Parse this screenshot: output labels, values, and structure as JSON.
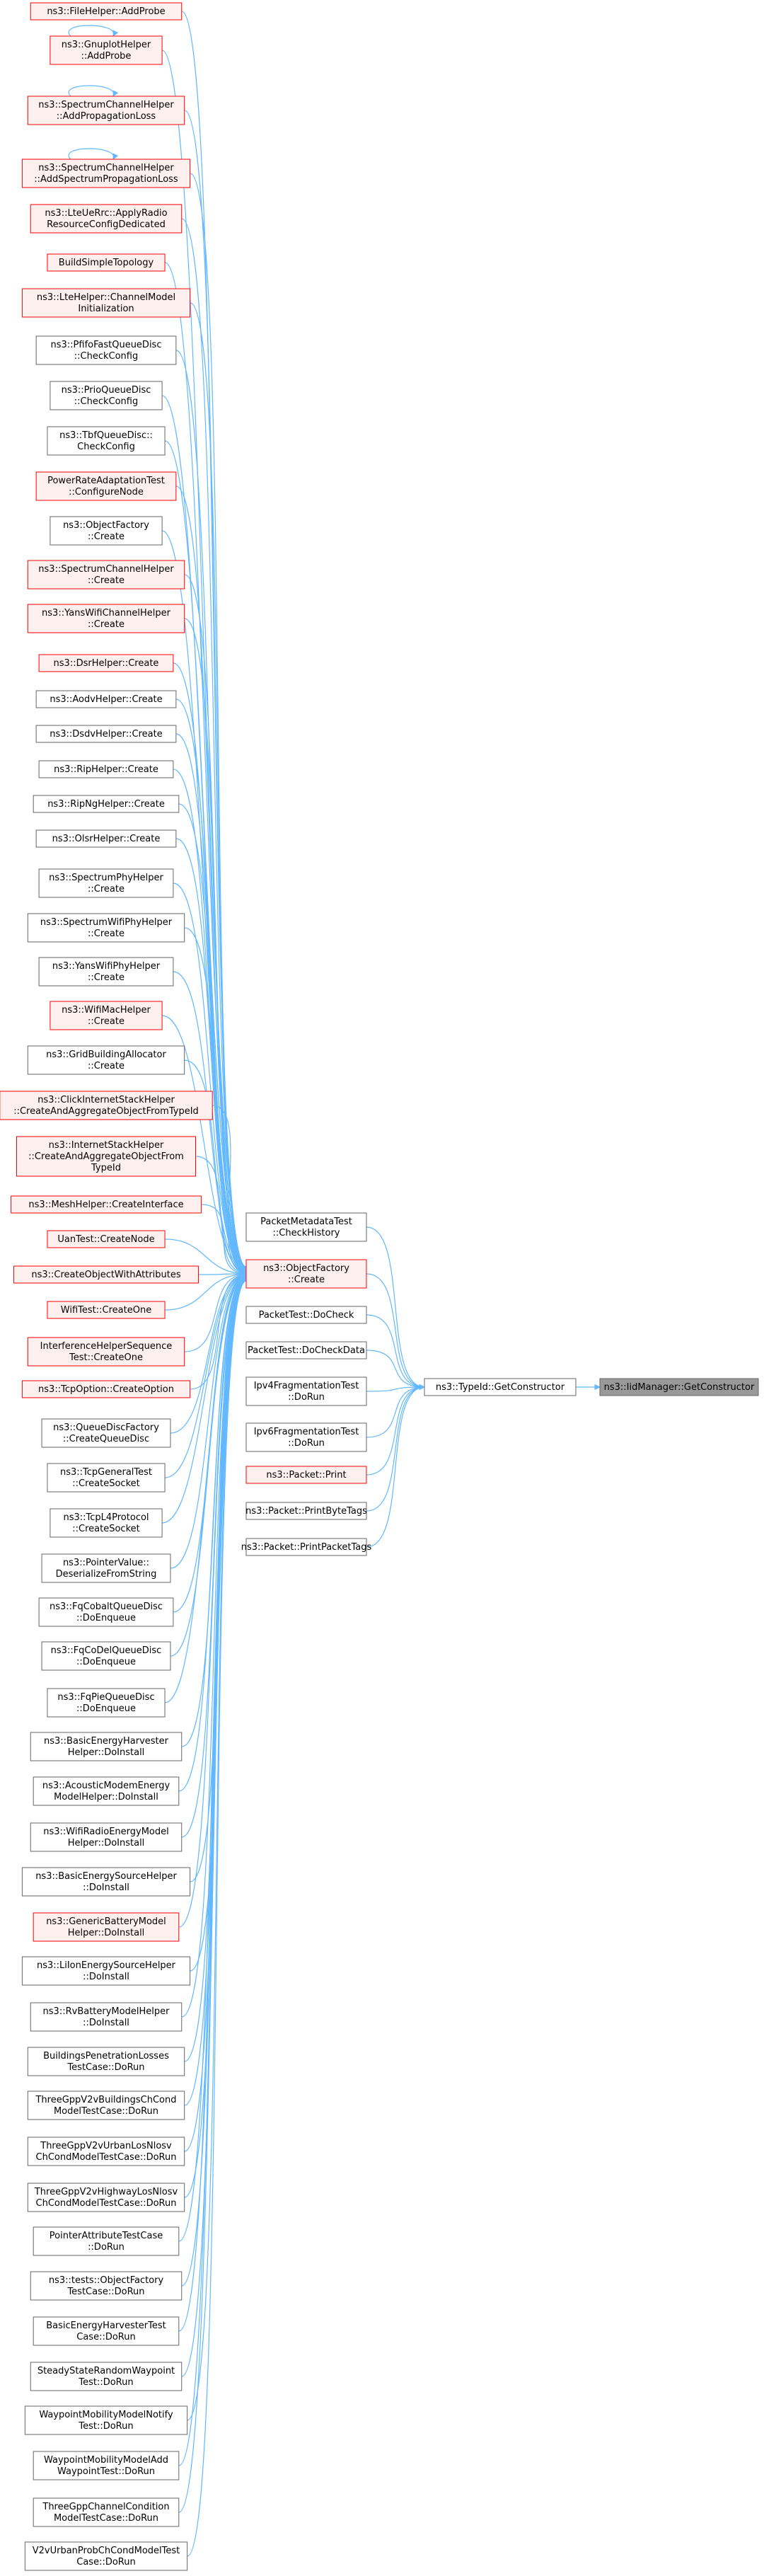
{
  "nodes": {
    "n0": {
      "lines": [
        "ns3::FileHelper::AddProbe"
      ],
      "kind": "red"
    },
    "n1": {
      "lines": [
        "ns3::GnuplotHelper",
        "::AddProbe"
      ],
      "kind": "red"
    },
    "n2": {
      "lines": [
        "ns3::SpectrumChannelHelper",
        "::AddPropagationLoss"
      ],
      "kind": "red"
    },
    "n3": {
      "lines": [
        "ns3::SpectrumChannelHelper",
        "::AddSpectrumPropagationLoss"
      ],
      "kind": "red"
    },
    "n4": {
      "lines": [
        "ns3::LteUeRrc::ApplyRadio",
        "ResourceConfigDedicated"
      ],
      "kind": "red"
    },
    "n5": {
      "lines": [
        "BuildSimpleTopology"
      ],
      "kind": "red"
    },
    "n6": {
      "lines": [
        "ns3::LteHelper::ChannelModel",
        "Initialization"
      ],
      "kind": "red"
    },
    "n7": {
      "lines": [
        "ns3::PfifoFastQueueDisc",
        "::CheckConfig"
      ],
      "kind": "gray"
    },
    "n8": {
      "lines": [
        "ns3::PrioQueueDisc",
        "::CheckConfig"
      ],
      "kind": "gray"
    },
    "n9": {
      "lines": [
        "ns3::TbfQueueDisc::",
        "CheckConfig"
      ],
      "kind": "gray"
    },
    "n10": {
      "lines": [
        "PowerRateAdaptationTest",
        "::ConfigureNode"
      ],
      "kind": "red"
    },
    "n11": {
      "lines": [
        "ns3::ObjectFactory",
        "::Create"
      ],
      "kind": "gray"
    },
    "n12": {
      "lines": [
        "ns3::SpectrumChannelHelper",
        "::Create"
      ],
      "kind": "red"
    },
    "n13": {
      "lines": [
        "ns3::YansWifiChannelHelper",
        "::Create"
      ],
      "kind": "red"
    },
    "n14": {
      "lines": [
        "ns3::DsrHelper::Create"
      ],
      "kind": "red"
    },
    "n15": {
      "lines": [
        "ns3::AodvHelper::Create"
      ],
      "kind": "gray"
    },
    "n16": {
      "lines": [
        "ns3::DsdvHelper::Create"
      ],
      "kind": "gray"
    },
    "n17": {
      "lines": [
        "ns3::RipHelper::Create"
      ],
      "kind": "gray"
    },
    "n18": {
      "lines": [
        "ns3::RipNgHelper::Create"
      ],
      "kind": "gray"
    },
    "n19": {
      "lines": [
        "ns3::OlsrHelper::Create"
      ],
      "kind": "gray"
    },
    "n20": {
      "lines": [
        "ns3::SpectrumPhyHelper",
        "::Create"
      ],
      "kind": "gray"
    },
    "n21": {
      "lines": [
        "ns3::SpectrumWifiPhyHelper",
        "::Create"
      ],
      "kind": "gray"
    },
    "n22": {
      "lines": [
        "ns3::YansWifiPhyHelper",
        "::Create"
      ],
      "kind": "gray"
    },
    "n23": {
      "lines": [
        "ns3::WifiMacHelper",
        "::Create"
      ],
      "kind": "red"
    },
    "n24": {
      "lines": [
        "ns3::GridBuildingAllocator",
        "::Create"
      ],
      "kind": "gray"
    },
    "n25": {
      "lines": [
        "ns3::ClickInternetStackHelper",
        "::CreateAndAggregateObjectFromTypeId"
      ],
      "kind": "red"
    },
    "n26": {
      "lines": [
        "ns3::InternetStackHelper",
        "::CreateAndAggregateObjectFrom",
        "TypeId"
      ],
      "kind": "red"
    },
    "n27": {
      "lines": [
        "ns3::MeshHelper::CreateInterface"
      ],
      "kind": "red"
    },
    "n28": {
      "lines": [
        "UanTest::CreateNode"
      ],
      "kind": "red"
    },
    "n29": {
      "lines": [
        "ns3::CreateObjectWithAttributes"
      ],
      "kind": "red"
    },
    "n30": {
      "lines": [
        "WifiTest::CreateOne"
      ],
      "kind": "red"
    },
    "n31": {
      "lines": [
        "InterferenceHelperSequence",
        "Test::CreateOne"
      ],
      "kind": "red"
    },
    "n32": {
      "lines": [
        "ns3::TcpOption::CreateOption"
      ],
      "kind": "red"
    },
    "n33": {
      "lines": [
        "ns3::QueueDiscFactory",
        "::CreateQueueDisc"
      ],
      "kind": "gray"
    },
    "n34": {
      "lines": [
        "ns3::TcpGeneralTest",
        "::CreateSocket"
      ],
      "kind": "gray"
    },
    "n35": {
      "lines": [
        "ns3::TcpL4Protocol",
        "::CreateSocket"
      ],
      "kind": "gray"
    },
    "n36": {
      "lines": [
        "ns3::PointerValue::",
        "DeserializeFromString"
      ],
      "kind": "gray"
    },
    "n37": {
      "lines": [
        "ns3::FqCobaltQueueDisc",
        "::DoEnqueue"
      ],
      "kind": "gray"
    },
    "n38": {
      "lines": [
        "ns3::FqCoDelQueueDisc",
        "::DoEnqueue"
      ],
      "kind": "gray"
    },
    "n39": {
      "lines": [
        "ns3::FqPieQueueDisc",
        "::DoEnqueue"
      ],
      "kind": "gray"
    },
    "n40": {
      "lines": [
        "ns3::BasicEnergyHarvester",
        "Helper::DoInstall"
      ],
      "kind": "gray"
    },
    "n41": {
      "lines": [
        "ns3::AcousticModemEnergy",
        "ModelHelper::DoInstall"
      ],
      "kind": "gray"
    },
    "n42": {
      "lines": [
        "ns3::WifiRadioEnergyModel",
        "Helper::DoInstall"
      ],
      "kind": "gray"
    },
    "n43": {
      "lines": [
        "ns3::BasicEnergySourceHelper",
        "::DoInstall"
      ],
      "kind": "gray"
    },
    "n44": {
      "lines": [
        "ns3::GenericBatteryModel",
        "Helper::DoInstall"
      ],
      "kind": "red"
    },
    "n45": {
      "lines": [
        "ns3::LiIonEnergySourceHelper",
        "::DoInstall"
      ],
      "kind": "gray"
    },
    "n46": {
      "lines": [
        "ns3::RvBatteryModelHelper",
        "::DoInstall"
      ],
      "kind": "gray"
    },
    "n47": {
      "lines": [
        "BuildingsPenetrationLosses",
        "TestCase::DoRun"
      ],
      "kind": "gray"
    },
    "n48": {
      "lines": [
        "ThreeGppV2vBuildingsChCond",
        "ModelTestCase::DoRun"
      ],
      "kind": "gray"
    },
    "n49": {
      "lines": [
        "ThreeGppV2vUrbanLosNlosv",
        "ChCondModelTestCase::DoRun"
      ],
      "kind": "gray"
    },
    "n50": {
      "lines": [
        "ThreeGppV2vHighwayLosNlosv",
        "ChCondModelTestCase::DoRun"
      ],
      "kind": "gray"
    },
    "n51": {
      "lines": [
        "PointerAttributeTestCase",
        "::DoRun"
      ],
      "kind": "gray"
    },
    "n52": {
      "lines": [
        "ns3::tests::ObjectFactory",
        "TestCase::DoRun"
      ],
      "kind": "gray"
    },
    "n53": {
      "lines": [
        "BasicEnergyHarvesterTest",
        "Case::DoRun"
      ],
      "kind": "gray"
    },
    "n54": {
      "lines": [
        "SteadyStateRandomWaypoint",
        "Test::DoRun"
      ],
      "kind": "gray"
    },
    "n55": {
      "lines": [
        "WaypointMobilityModelNotify",
        "Test::DoRun"
      ],
      "kind": "gray"
    },
    "n56": {
      "lines": [
        "WaypointMobilityModelAdd",
        "WaypointTest::DoRun"
      ],
      "kind": "gray"
    },
    "n57": {
      "lines": [
        "ThreeGppChannelCondition",
        "ModelTestCase::DoRun"
      ],
      "kind": "gray"
    },
    "n58": {
      "lines": [
        "V2vUrbanProbChCondModelTest",
        "Case::DoRun"
      ],
      "kind": "gray"
    },
    "m0": {
      "lines": [
        "PacketMetadataTest",
        "::CheckHistory"
      ],
      "kind": "gray"
    },
    "m1": {
      "lines": [
        "ns3::ObjectFactory",
        "::Create"
      ],
      "kind": "red"
    },
    "m2": {
      "lines": [
        "PacketTest::DoCheck"
      ],
      "kind": "gray"
    },
    "m3": {
      "lines": [
        "PacketTest::DoCheckData"
      ],
      "kind": "gray"
    },
    "m4": {
      "lines": [
        "Ipv4FragmentationTest",
        "::DoRun"
      ],
      "kind": "gray"
    },
    "m5": {
      "lines": [
        "Ipv6FragmentationTest",
        "::DoRun"
      ],
      "kind": "gray"
    },
    "m6": {
      "lines": [
        "ns3::Packet::Print"
      ],
      "kind": "red"
    },
    "m7": {
      "lines": [
        "ns3::Packet::PrintByteTags"
      ],
      "kind": "gray"
    },
    "m8": {
      "lines": [
        "ns3::Packet::PrintPacketTags"
      ],
      "kind": "gray"
    },
    "t0": {
      "lines": [
        "ns3::TypeId::GetConstructor"
      ],
      "kind": "gray"
    },
    "f0": {
      "lines": [
        "ns3::IidManager::GetConstructor"
      ],
      "kind": "focus"
    }
  },
  "styles": {
    "gray": {
      "fill": "#ffffff",
      "stroke": "#666666"
    },
    "red": {
      "fill": "#fff0f0",
      "stroke": "#ff0000"
    },
    "focus": {
      "fill": "#999999",
      "stroke": "#666666"
    },
    "edge": "#63b8ff"
  }
}
